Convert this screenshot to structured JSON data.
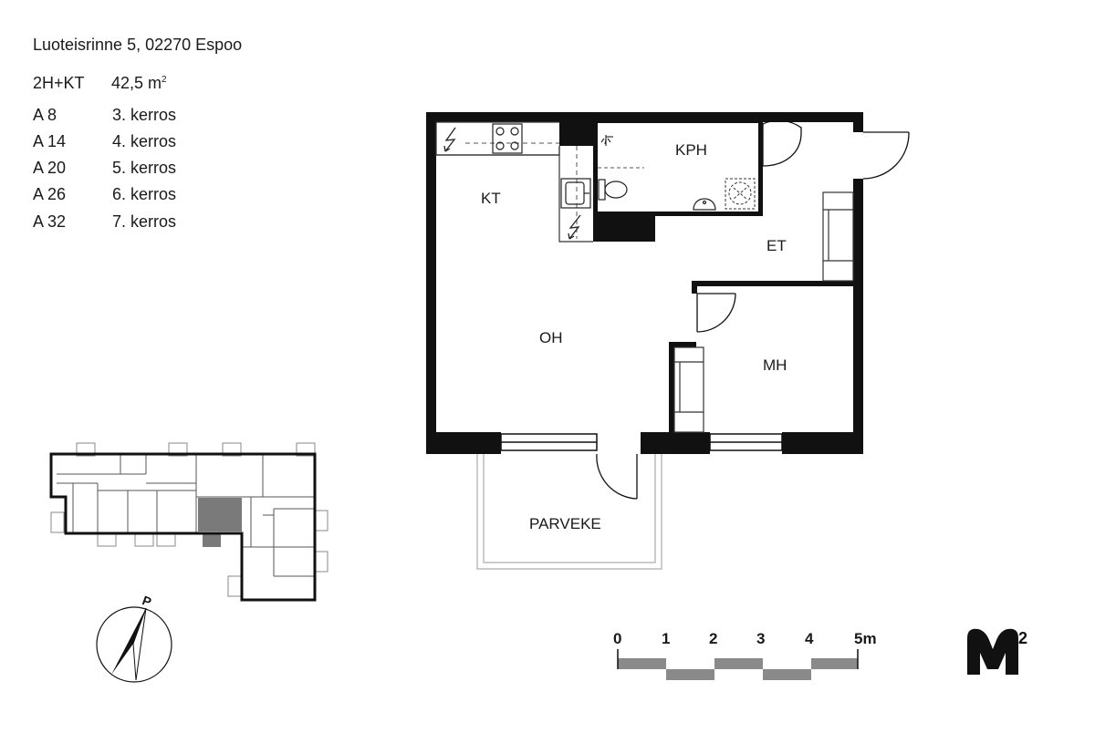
{
  "header": {
    "address": "Luoteisrinne 5, 02270 Espoo",
    "type": "2H+KT",
    "area_value": "42,5 m",
    "area_sup": "2"
  },
  "units": [
    {
      "id": "A 8",
      "floor": "3. kerros"
    },
    {
      "id": "A 14",
      "floor": "4. kerros"
    },
    {
      "id": "A 20",
      "floor": "5. kerros"
    },
    {
      "id": "A 26",
      "floor": "6. kerros"
    },
    {
      "id": "A 32",
      "floor": "7. kerros"
    }
  ],
  "rooms": {
    "kt": "KT",
    "kph": "KPH",
    "et": "ET",
    "oh": "OH",
    "mh": "MH",
    "parveke": "PARVEKE"
  },
  "compass": {
    "north": "P"
  },
  "scale": {
    "ticks": [
      "0",
      "1",
      "2",
      "3",
      "4",
      "5m"
    ]
  },
  "logo": {
    "text": "M",
    "sup": "2"
  },
  "colors": {
    "wall": "#111111",
    "highlight": "#7a7a7a",
    "scale": "#8a8a8a"
  }
}
